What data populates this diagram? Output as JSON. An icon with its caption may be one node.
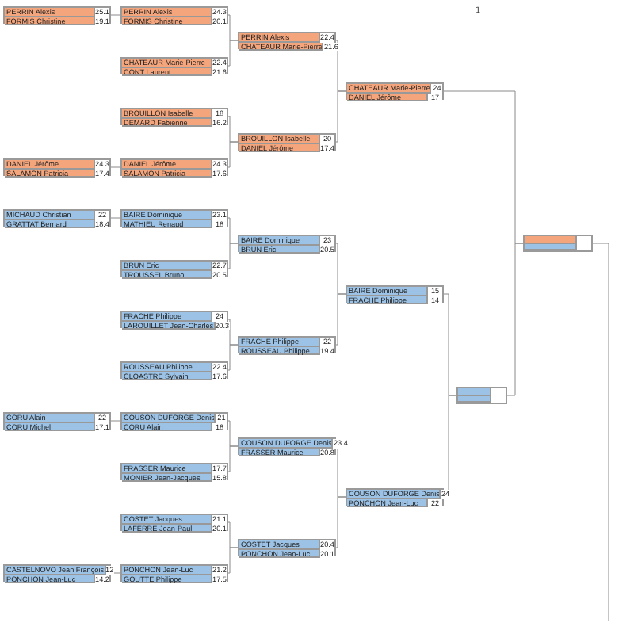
{
  "diagram": {
    "nodes": [
      {
        "text": [
          "PERRIN Alexis",
          "25.1",
          "FORMIS Christine",
          "19.1"
        ]
      },
      {
        "text": [
          "DANIEL Jérôme",
          "24.3",
          "SALAMON Patricia",
          "17.4"
        ]
      },
      {
        "text": [
          "MICHAUD Christian",
          "22",
          "GRATTAT Bernard",
          "18.4"
        ]
      },
      {
        "text": [
          "CORU Alain",
          "22",
          "CORU Michel",
          "17.1"
        ]
      },
      {
        "text": [
          "CASTELNOVO Jean François",
          "12",
          "PONCHON Jean-Luc",
          "14.2"
        ]
      },
      {
        "text": [
          "PERRIN Alexis",
          "24.3",
          "FORMIS Christine",
          "20.1"
        ]
      },
      {
        "text": [
          "CHATEAUR Marie-Pierre",
          "22.4",
          "CONT Laurent",
          "21.6"
        ]
      },
      {
        "text": [
          "BROUILLON Isabelle",
          "18",
          "DEMARD Fabienne",
          "16.2"
        ]
      },
      {
        "text": [
          "DANIEL Jérôme",
          "24.3",
          "SALAMON Patricia",
          "17.6"
        ]
      },
      {
        "text": [
          "BAIRE Dominique",
          "23.1",
          "MATHIEU Renaud",
          "18"
        ]
      },
      {
        "text": [
          "BRUN Eric",
          "22.7",
          "TROUSSEL Bruno",
          "20.5"
        ]
      },
      {
        "text": [
          "FRACHE Philippe",
          "24",
          "LAROUILLET Jean-Charles",
          "20.3"
        ]
      },
      {
        "text": [
          "ROUSSEAU Philippe",
          "22.4",
          "CLOASTRE Sylvain",
          "17.6"
        ]
      },
      {
        "text": [
          "COUSON DUFORGE Denis",
          "21",
          "CORU Alain",
          "18"
        ]
      },
      {
        "text": [
          "FRASSER Maurice",
          "17.7",
          "MONIER Jean-Jacques",
          "15.8"
        ]
      },
      {
        "text": [
          "COSTET Jacques",
          "21.1",
          "LAFERRE Jean-Paul",
          "20.1"
        ]
      },
      {
        "text": [
          "PONCHON Jean-Luc",
          "21.2",
          "GOUTTE Philippe",
          "17.5"
        ]
      },
      {
        "text": [
          "PERRIN Alexis",
          "22.4",
          "CHATEAUR Marie-Pierre",
          "21.6"
        ]
      },
      {
        "text": [
          "BROUILLON Isabelle",
          "20",
          "DANIEL Jérôme",
          "17.4"
        ]
      },
      {
        "text": [
          "BAIRE Dominique",
          "23",
          "BRUN Eric",
          "20.5"
        ]
      },
      {
        "text": [
          "FRACHE Philippe",
          "22",
          "ROUSSEAU Philippe",
          "19.4"
        ]
      },
      {
        "text": [
          "COUSON DUFORGE Denis",
          "23.4",
          "FRASSER Maurice",
          "20.8"
        ]
      },
      {
        "text": [
          "COSTET Jacques",
          "20.4",
          "PONCHON Jean-Luc",
          "20.1"
        ]
      },
      {
        "text": [
          "CHATEAUR Marie-Pierre",
          "24",
          "DANIEL Jérôme",
          "17"
        ]
      },
      {
        "text": [
          "BAIRE Dominique",
          "15",
          "FRACHE Philippe",
          "14"
        ]
      },
      {
        "text": [
          "COUSON DUFORGE Denis",
          "24",
          "PONCHON Jean-Luc",
          "22"
        ]
      },
      {
        "text": [],
        "shape": "box"
      },
      {
        "text": [],
        "shape": "box"
      }
    ],
    "edges": [
      {
        "from": 0,
        "to": 5,
        "arrow": "none"
      },
      {
        "from": 1,
        "to": 8,
        "arrow": "none"
      },
      {
        "from": 2,
        "to": 9,
        "arrow": "none"
      },
      {
        "from": 3,
        "to": 13,
        "arrow": "none"
      },
      {
        "from": 4,
        "to": 16,
        "arrow": "none"
      },
      {
        "from": 5,
        "to": 17,
        "arrow": "none"
      },
      {
        "from": 6,
        "to": 17,
        "arrow": "none"
      },
      {
        "from": 7,
        "to": 18,
        "arrow": "none"
      },
      {
        "from": 8,
        "to": 18,
        "arrow": "none"
      },
      {
        "from": 9,
        "to": 19,
        "arrow": "none"
      },
      {
        "from": 10,
        "to": 19,
        "arrow": "none"
      },
      {
        "from": 11,
        "to": 20,
        "arrow": "none"
      },
      {
        "from": 12,
        "to": 20,
        "arrow": "none"
      },
      {
        "from": 13,
        "to": 21,
        "arrow": "none"
      },
      {
        "from": 14,
        "to": 21,
        "arrow": "none"
      },
      {
        "from": 15,
        "to": 22,
        "arrow": "none"
      },
      {
        "from": 16,
        "to": 22,
        "arrow": "none"
      },
      {
        "from": 17,
        "to": 23,
        "arrow": "none"
      },
      {
        "from": 18,
        "to": 23,
        "arrow": "none"
      },
      {
        "from": 19,
        "to": 24,
        "arrow": "none"
      },
      {
        "from": 20,
        "to": 24,
        "arrow": "none"
      },
      {
        "from": 21,
        "to": 25,
        "arrow": "none"
      },
      {
        "from": 22,
        "to": 25,
        "arrow": "none"
      },
      {
        "from": 24,
        "to": 26,
        "arrow": "none"
      },
      {
        "from": 25,
        "to": 26,
        "arrow": "none"
      },
      {
        "from": 23,
        "to": 27,
        "arrow": "none"
      },
      {
        "from": 26,
        "to": 27,
        "arrow": "none"
      },
      {
        "from": 27,
        "to": null,
        "arrow": "none"
      }
    ],
    "labels": [
      "1"
    ]
  }
}
